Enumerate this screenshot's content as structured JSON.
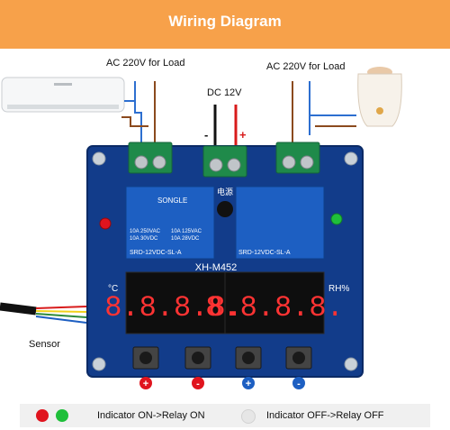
{
  "header": {
    "title": "Wiring Diagram"
  },
  "labels": {
    "load_left": "AC 220V for Load",
    "load_right": "AC 220V for Load",
    "dc": "DC 12V",
    "dc_minus": "-",
    "dc_plus": "+",
    "sensor": "Sensor"
  },
  "board": {
    "model": "XH-M452",
    "temp_unit": "°C",
    "humidity_unit": "RH%",
    "relay_brand": "SONGLE",
    "relay_model": "SRD-12VDC-SL-A",
    "relay_ratings": [
      "10A 250VAC",
      "10A 125VAC",
      "10A 30VDC",
      "10A 28VDC"
    ],
    "power_label": "电源",
    "display_left": "8.8.8.8.",
    "display_right": "8.8.8.8.",
    "button_signs": [
      "+",
      "-",
      "+",
      "-"
    ]
  },
  "legend": {
    "on_text": "Indicator ON->Relay ON",
    "off_text": "Indicator OFF->Relay OFF",
    "colors": {
      "red": "#e0141e",
      "green": "#1fbf3a",
      "off": "#e6e6e6"
    }
  }
}
